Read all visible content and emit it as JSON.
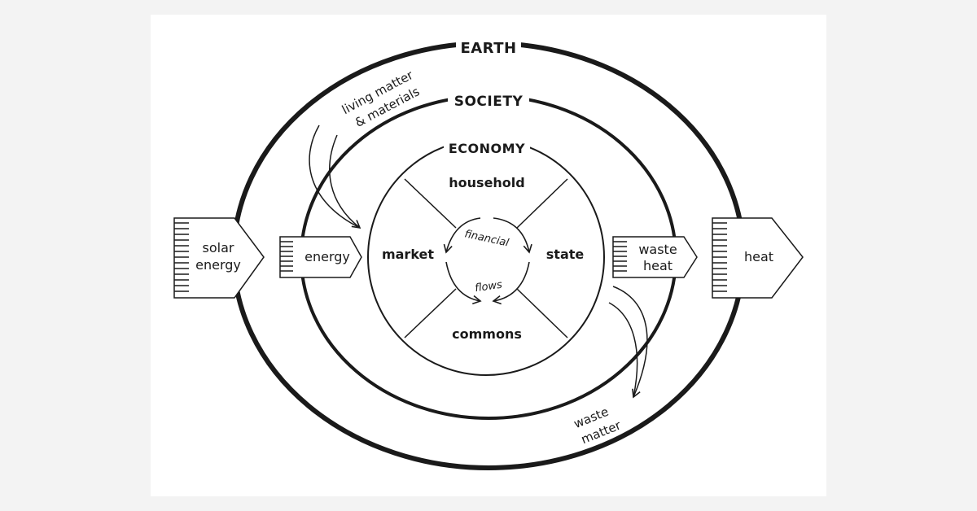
{
  "rings": {
    "earth": "EARTH",
    "society": "SOCIETY",
    "economy": "ECONOMY"
  },
  "sectors": {
    "household": "household",
    "market": "market",
    "state": "state",
    "commons": "commons"
  },
  "financial_flows": {
    "top": "financial",
    "bottom": "flows"
  },
  "inputs": {
    "solar_energy": [
      "solar",
      "energy"
    ],
    "energy": "energy",
    "living_matter": [
      "living matter",
      "& materials"
    ]
  },
  "outputs": {
    "waste_heat": [
      "waste",
      "heat"
    ],
    "heat": "heat",
    "waste_matter": [
      "waste",
      "matter"
    ]
  },
  "colors": {
    "ink": "#1a1a1a",
    "paper": "#ffffff",
    "background": "#f3f3f3"
  }
}
